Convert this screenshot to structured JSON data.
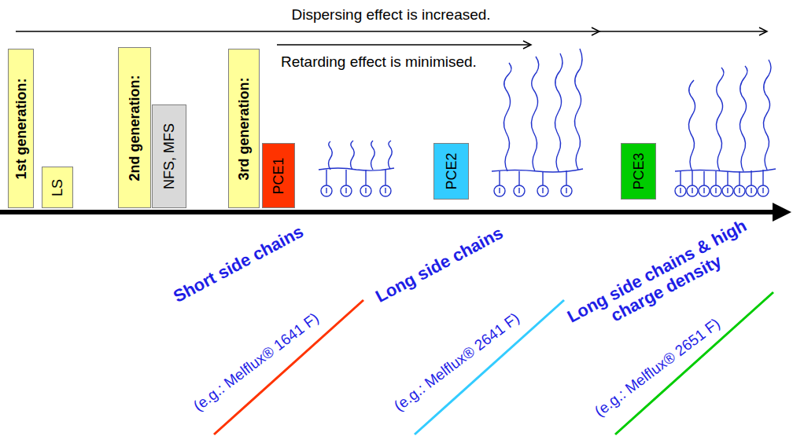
{
  "diagram": {
    "nodes": [
      {
        "text": [
          "1st generation:"
        ]
      },
      {
        "text": [
          "LS"
        ]
      },
      {
        "text": [
          "2nd generation:"
        ]
      },
      {
        "text": [
          "NFS, MFS"
        ]
      },
      {
        "text": [
          "3rd generation:"
        ]
      },
      {
        "text": [
          "PCE1"
        ]
      },
      {
        "text": [
          "PCE2"
        ]
      },
      {
        "text": [
          "PCE3"
        ]
      }
    ],
    "labels": [
      "Dispersing effect is increased.",
      "Retarding effect is minimised.",
      "Short side chains",
      "(e.g.: Melflux® 1641 F)",
      "Long side chains",
      "(e.g.: Melflux® 2641 F)",
      "Long side chains & high charge density",
      "(e.g.: Melflux® 2651 F)"
    ]
  }
}
